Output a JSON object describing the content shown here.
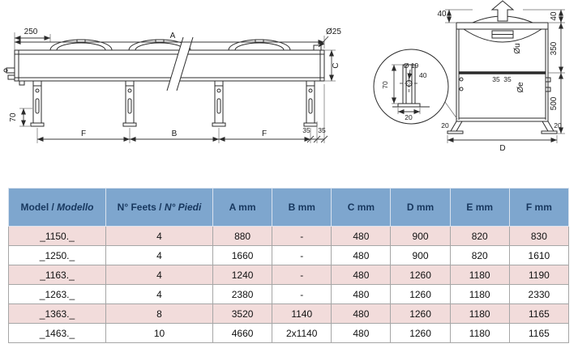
{
  "drawing": {
    "side_view": {
      "d250": "250",
      "dA": "A",
      "d25": "Ø25",
      "dC": "C",
      "d70": "70",
      "dF1": "F",
      "dB": "B",
      "dF2": "F",
      "d35a": "35",
      "d35b": "35"
    },
    "end_view": {
      "d40l": "40",
      "d40r": "40",
      "d350": "350",
      "d500": "500",
      "dOu": "Øu",
      "dOe": "Øe",
      "d35a": "35",
      "d35b": "35",
      "d20l": "20",
      "d20r": "20",
      "dD": "D"
    },
    "detail_view": {
      "d19": "Ø 19",
      "d40": "40",
      "d70": "70",
      "d20": "20"
    }
  },
  "table": {
    "header_model": {
      "normal": "Model / ",
      "italic": "Modello"
    },
    "header_feets": {
      "normal": "N° Feets / ",
      "italic": "N° Piedi"
    },
    "headers_dims": [
      "A mm",
      "B mm",
      "C mm",
      "D mm",
      "E mm",
      "F mm"
    ],
    "rows": [
      [
        "_1150._",
        "4",
        "880",
        "-",
        "480",
        "900",
        "820",
        "830"
      ],
      [
        "_1250._",
        "4",
        "1660",
        "-",
        "480",
        "900",
        "820",
        "1610"
      ],
      [
        "_1163._",
        "4",
        "1240",
        "-",
        "480",
        "1260",
        "1180",
        "1190"
      ],
      [
        "_1263._",
        "4",
        "2380",
        "-",
        "480",
        "1260",
        "1180",
        "2330"
      ],
      [
        "_1363._",
        "8",
        "3520",
        "1140",
        "480",
        "1260",
        "1180",
        "1165"
      ],
      [
        "_1463._",
        "10",
        "4660",
        "2x1140",
        "480",
        "1260",
        "1180",
        "1165"
      ]
    ]
  },
  "chart_data": {
    "type": "table",
    "columns": [
      "Model / Modello",
      "N° Feets / N° Piedi",
      "A mm",
      "B mm",
      "C mm",
      "D mm",
      "E mm",
      "F mm"
    ],
    "rows": [
      [
        "_1150._",
        "4",
        "880",
        "-",
        "480",
        "900",
        "820",
        "830"
      ],
      [
        "_1250._",
        "4",
        "1660",
        "-",
        "480",
        "900",
        "820",
        "1610"
      ],
      [
        "_1163._",
        "4",
        "1240",
        "-",
        "480",
        "1260",
        "1180",
        "1190"
      ],
      [
        "_1263._",
        "4",
        "2380",
        "-",
        "480",
        "1260",
        "1180",
        "2330"
      ],
      [
        "_1363._",
        "8",
        "3520",
        "1140",
        "480",
        "1260",
        "1180",
        "1165"
      ],
      [
        "_1463._",
        "10",
        "4660",
        "2x1140",
        "480",
        "1260",
        "1180",
        "1165"
      ]
    ]
  }
}
